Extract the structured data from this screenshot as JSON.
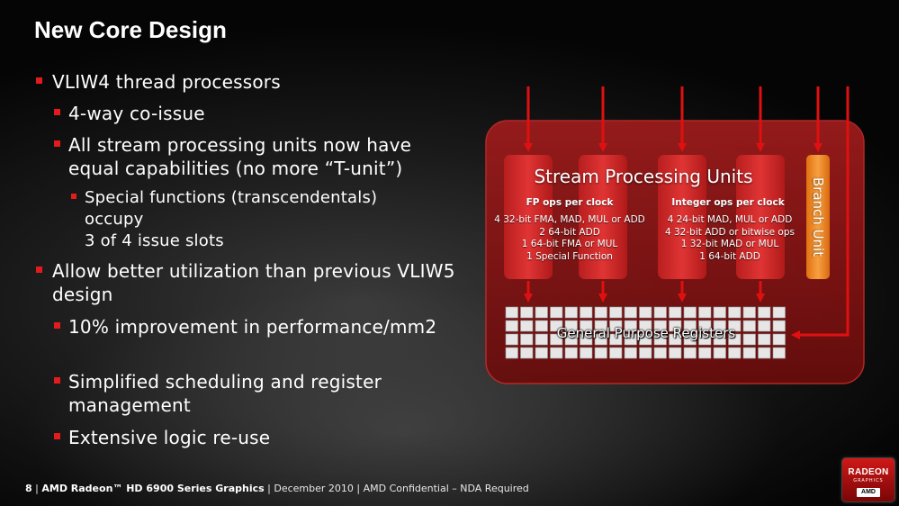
{
  "slide": {
    "title": "New Core Design",
    "bullets": [
      {
        "level": 1,
        "text": "VLIW4 thread processors"
      },
      {
        "level": 2,
        "text": "4-way co-issue"
      },
      {
        "level": 2,
        "text": "All stream processing units now have equal capabilities (no more “T-unit”)"
      },
      {
        "level": 3,
        "text": "Special functions (transcendentals) occupy\n3 of 4 issue slots"
      },
      {
        "level": 1,
        "text": "Allow better utilization than previous VLIW5 design"
      },
      {
        "level": 2,
        "text": "10% improvement in performance/mm2"
      },
      {
        "level": 2,
        "text": "Simplified scheduling and register management"
      },
      {
        "level": 2,
        "text": "Extensive logic re-use"
      }
    ]
  },
  "diagram": {
    "stream_processing_title": "Stream Processing Units",
    "fp_heading": "FP ops per clock",
    "fp_list": "4 32-bit FMA, MAD, MUL or ADD\n2 64-bit ADD\n1 64-bit FMA or MUL\n1 Special Function",
    "int_heading": "Integer ops per clock",
    "int_list": "4 24-bit MAD, MUL or ADD\n4 32-bit ADD or bitwise ops\n1 32-bit MAD or MUL\n1 64-bit ADD",
    "branch_unit": "Branch Unit",
    "gpr": "General Purpose Registers",
    "colors": {
      "panel": "#8c1414",
      "unit": "#d42a2a",
      "branch": "#f08a1c",
      "arrow": "#e01010",
      "register": "#e6e6e6"
    }
  },
  "footer": {
    "page_number": "8",
    "product": "AMD Radeon™ HD 6900 Series Graphics",
    "rest": " | December 2010 | AMD Confidential – NDA Required"
  },
  "logo": {
    "line1": "RADEON",
    "line2": "GRAPHICS",
    "line3": "AMD"
  }
}
